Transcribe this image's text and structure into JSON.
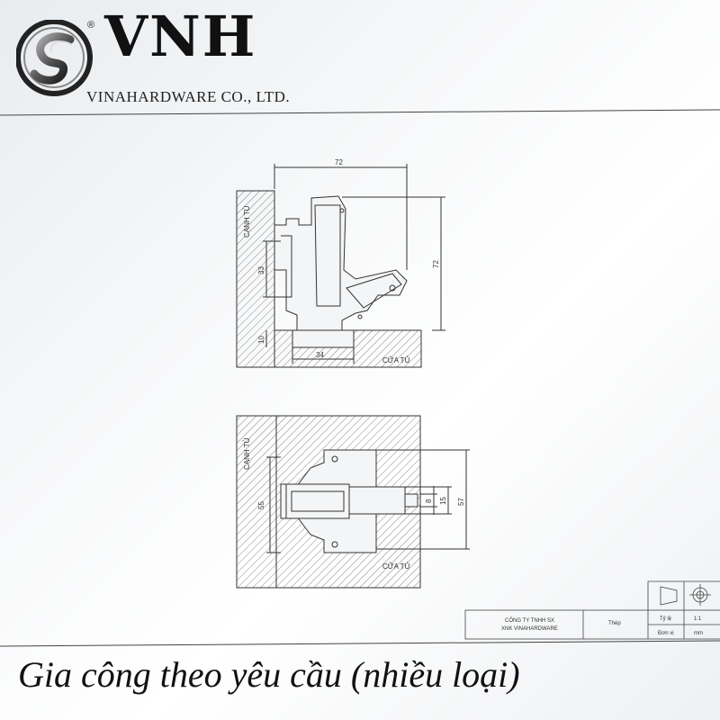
{
  "brand": {
    "logo_text": "VNH",
    "registered_mark": "®",
    "company_name": "VINAHARDWARE CO., LTD."
  },
  "side_view": {
    "label_cabinet": "CẠNH TỦ",
    "label_door": "CỬA TỦ",
    "dim_width_top": "72",
    "dim_height_right": "72",
    "dim_left": "33",
    "dim_small": "10",
    "dim_cup": "34"
  },
  "top_view": {
    "label_cabinet": "CẠNH TỦ",
    "label_door": "CỬA TỦ",
    "dim_left": "55",
    "dim_8": "8",
    "dim_15": "15",
    "dim_57": "57"
  },
  "title_block": {
    "company_line1": "CÔNG TY TNHH SX",
    "company_line2": "XNK VINAHARDWARE",
    "material": "Thép",
    "scale_label": "Tỷ lệ",
    "scale_value": "1:1",
    "unit_label": "Đơn vị",
    "unit_value": "mm"
  },
  "caption": "Gia công theo yêu cầu (nhiều loại)",
  "colors": {
    "line": "#333333",
    "hatch": "#777777",
    "text": "#111111"
  }
}
